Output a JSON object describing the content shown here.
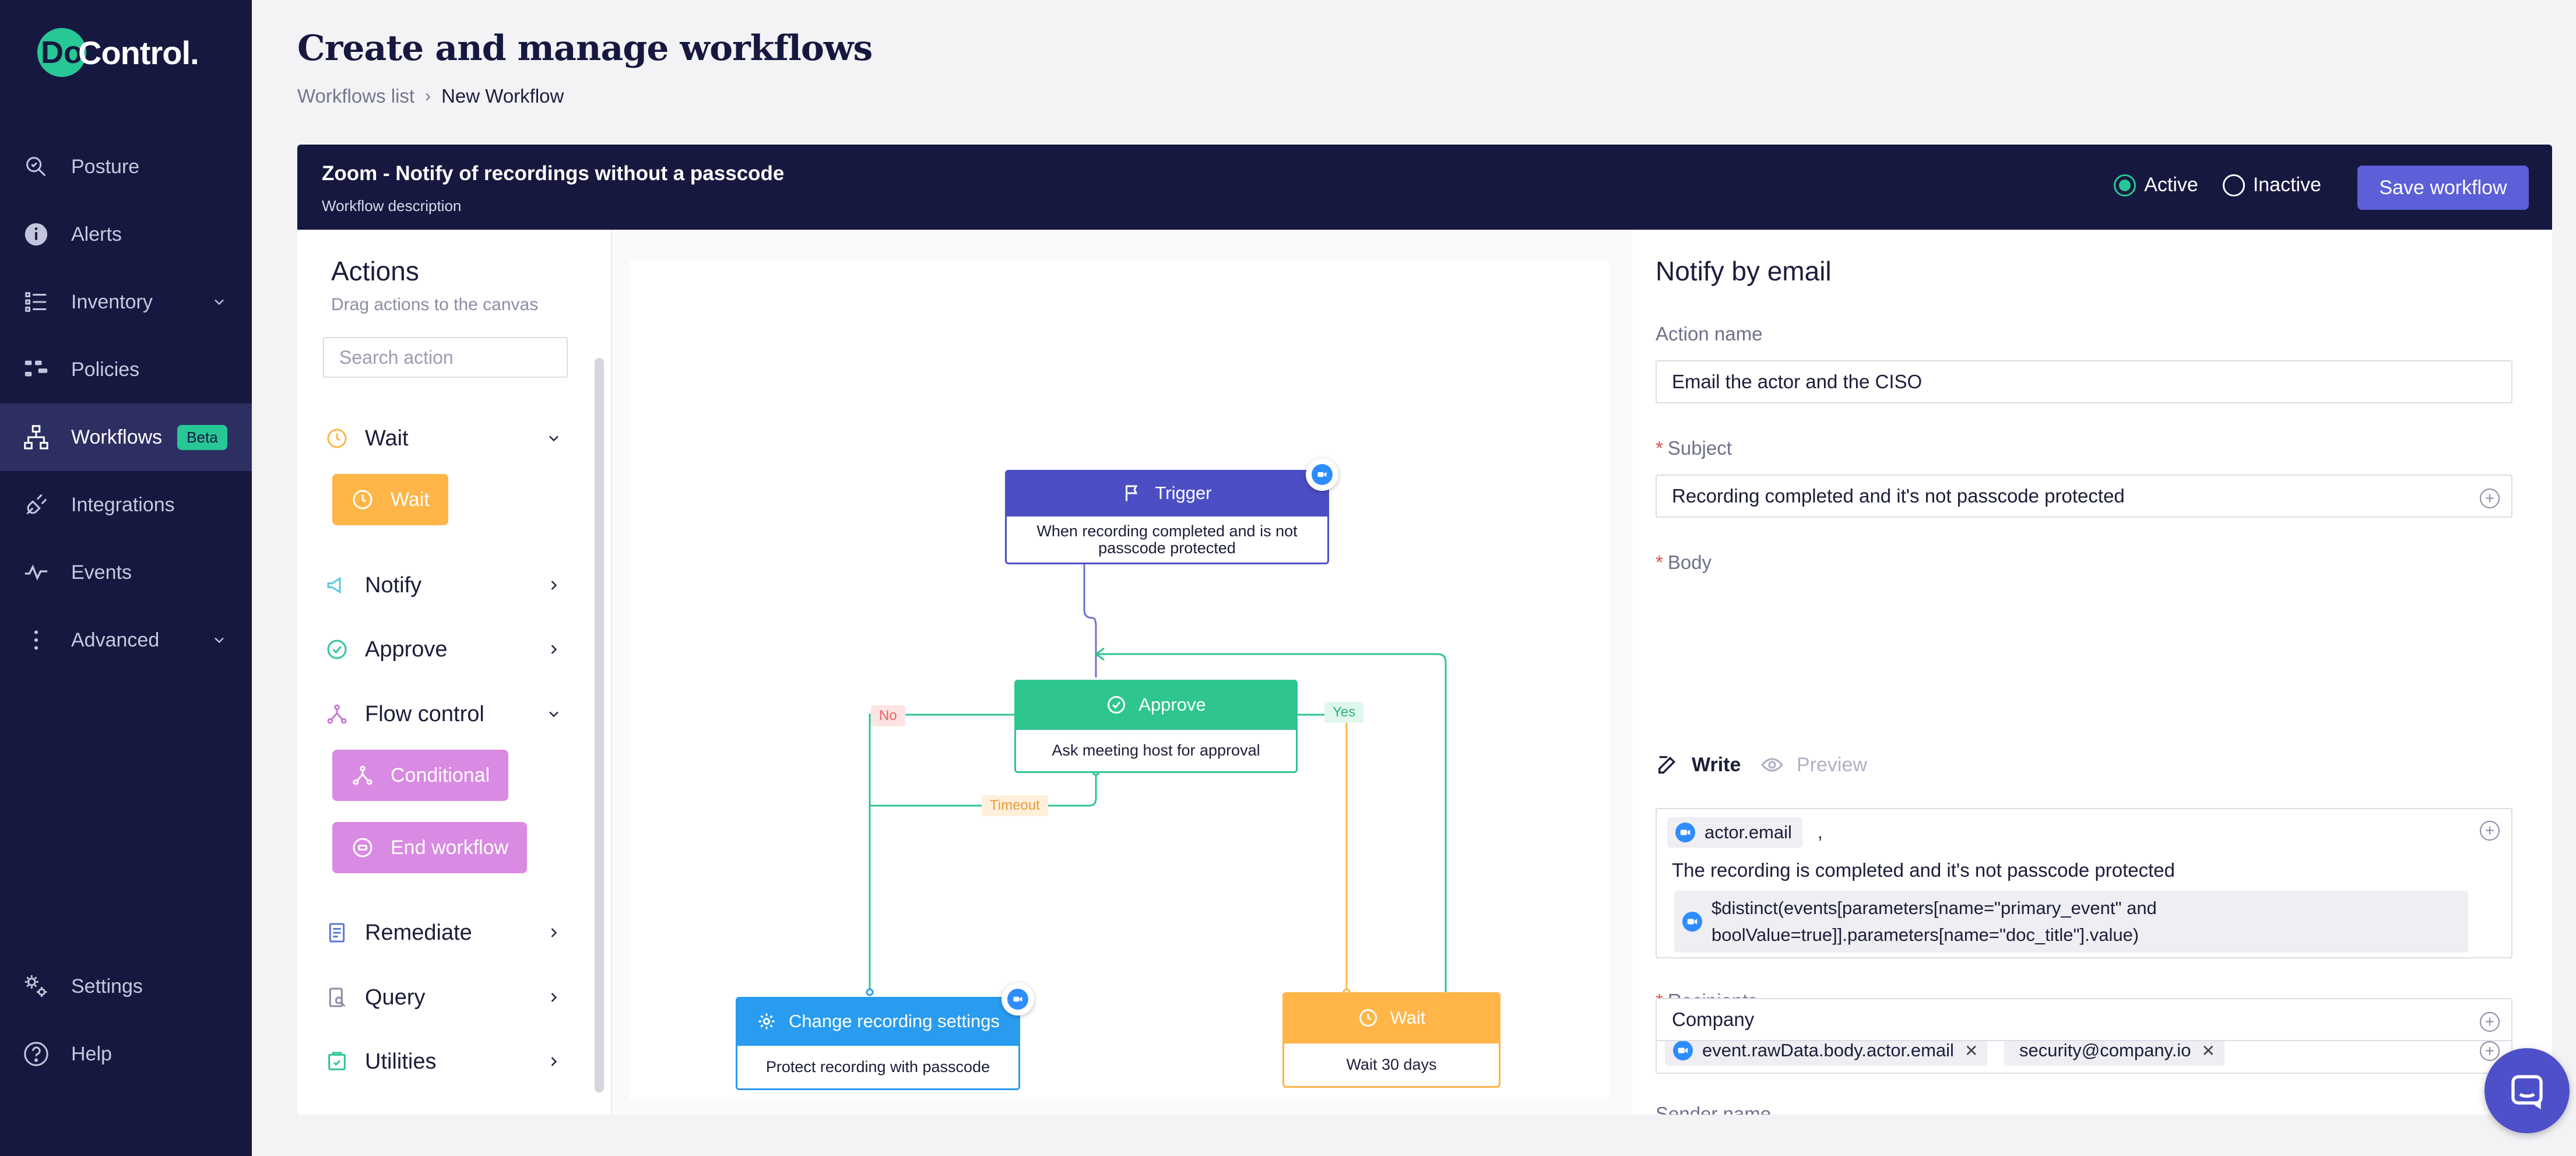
{
  "app": {
    "logo_badge": "Do",
    "logo_text": "Control."
  },
  "sidebar": {
    "items": [
      {
        "label": "Posture",
        "icon": "search-shield-icon"
      },
      {
        "label": "Alerts",
        "icon": "info-icon"
      },
      {
        "label": "Inventory",
        "icon": "list-icon",
        "expandable": true
      },
      {
        "label": "Policies",
        "icon": "policy-icon"
      },
      {
        "label": "Workflows",
        "icon": "workflow-icon",
        "badge": "Beta",
        "active": true
      },
      {
        "label": "Integrations",
        "icon": "plug-icon"
      },
      {
        "label": "Events",
        "icon": "pulse-icon"
      },
      {
        "label": "Advanced",
        "icon": "more-vertical-icon",
        "expandable": true
      }
    ],
    "bottom": [
      {
        "label": "Settings",
        "icon": "gear-icon"
      },
      {
        "label": "Help",
        "icon": "help-icon"
      }
    ]
  },
  "header": {
    "title": "Create and manage workflows",
    "breadcrumb": [
      "Workflows list",
      "New Workflow"
    ]
  },
  "workflow": {
    "name": "Zoom - Notify of recordings without a passcode",
    "description": "Workflow description",
    "status_active": "Active",
    "status_inactive": "Inactive",
    "selected_status": "Active",
    "save_label": "Save workflow"
  },
  "actions_panel": {
    "title": "Actions",
    "subtitle": "Drag actions to the canvas",
    "search_placeholder": "Search action",
    "groups": [
      {
        "label": "Wait",
        "expanded": true,
        "items": [
          "Wait"
        ]
      },
      {
        "label": "Notify",
        "expanded": false
      },
      {
        "label": "Approve",
        "expanded": false
      },
      {
        "label": "Flow control",
        "expanded": true,
        "items": [
          "Conditional",
          "End workflow"
        ]
      },
      {
        "label": "Remediate",
        "expanded": false
      },
      {
        "label": "Query",
        "expanded": false
      },
      {
        "label": "Utilities",
        "expanded": false
      }
    ]
  },
  "canvas": {
    "nodes": {
      "trigger": {
        "title": "Trigger",
        "text": "When recording completed and is not passcode protected",
        "color": "#4c4fc4"
      },
      "approve": {
        "title": "Approve",
        "text": "Ask meeting host for approval",
        "color": "#2fc58e"
      },
      "change": {
        "title": "Change recording settings",
        "text": "Protect recording with passcode",
        "color": "#2a9cf0"
      },
      "wait": {
        "title": "Wait",
        "text": "Wait 30 days",
        "color": "#ffb547"
      }
    },
    "labels": {
      "no": "No",
      "yes": "Yes",
      "timeout": "Timeout"
    }
  },
  "details": {
    "title": "Notify by email",
    "action_name_label": "Action name",
    "action_name_value": "Email the actor and the CISO",
    "subject_label": "Subject",
    "subject_value": "Recording completed and it's not passcode protected",
    "body_label": "Body",
    "tab_write": "Write",
    "tab_preview": "Preview",
    "body": {
      "var1": "actor.email",
      "comma": ",",
      "line": "The recording is completed and it's not passcode protected",
      "var2_line1": "$distinct(events[parameters[name=\"primary_event\" and",
      "var2_line2": "boolValue=true]].parameters[name=\"doc_title\"].value)"
    },
    "recipients_label": "Recipients",
    "recipients": [
      "event.rawData.body.actor.email",
      "security@company.io"
    ],
    "sender_label": "Sender name",
    "sender_value": "Company"
  },
  "colors": {
    "sidebar_bg": "#16183f",
    "accent_green": "#28c796",
    "accent_purple": "#5c5fd7",
    "zoom_blue": "#2d8cff"
  }
}
